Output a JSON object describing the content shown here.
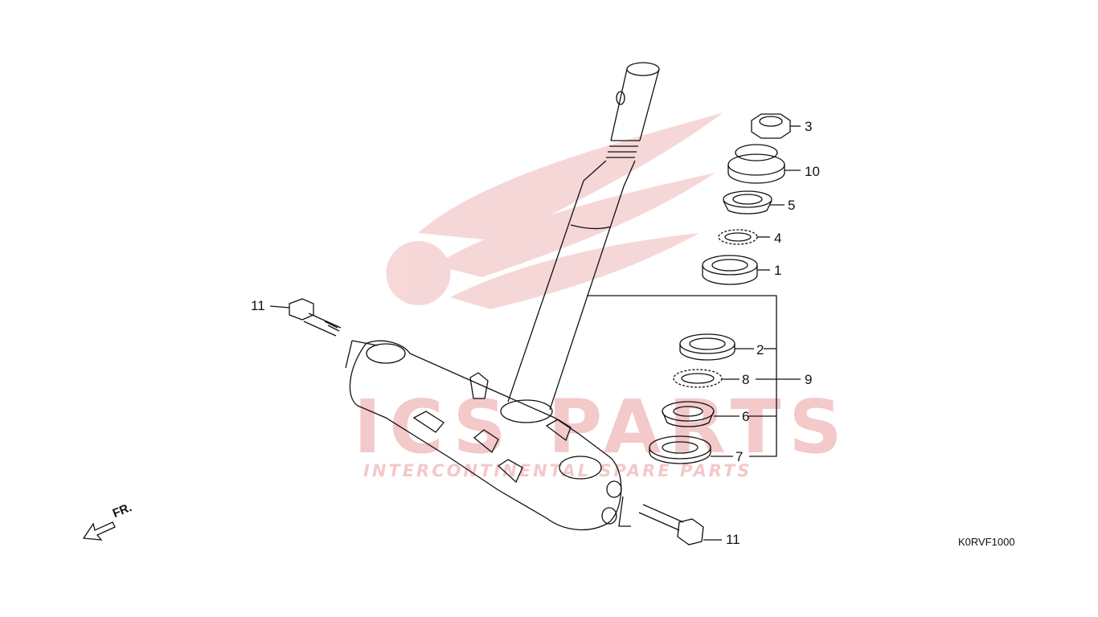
{
  "watermark": {
    "brand": "ICS PARTS",
    "tagline": "INTERCONTINENTAL SPARE PARTS",
    "color": "#f3c9c9"
  },
  "callouts": {
    "c1": "1",
    "c2": "2",
    "c3": "3",
    "c4": "4",
    "c5": "5",
    "c6": "6",
    "c7": "7",
    "c8": "8",
    "c9": "9",
    "c10": "10",
    "c11_left": "11",
    "c11_right": "11"
  },
  "direction_label": "FR.",
  "diagram_code": "K0RVF1000",
  "colors": {
    "line": "#111111",
    "watermark": "#f3c9c9"
  }
}
